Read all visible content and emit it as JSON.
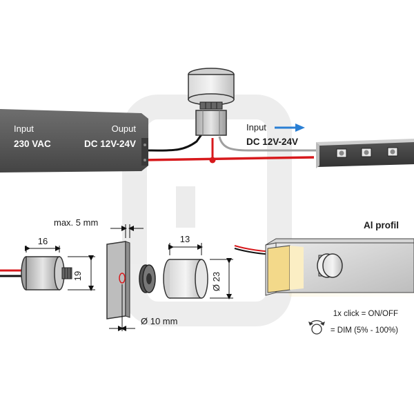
{
  "colors": {
    "wire_red": "#d7191c",
    "wire_black": "#111111",
    "wire_gray": "#9a9a9a",
    "arrow_blue": "#2a7fd4",
    "housing_gray": "#b8b8b8",
    "led_warm": "#f3d98a"
  },
  "power_supply": {
    "input_label": "Input",
    "input_value": "230 VAC",
    "output_label": "Ouput",
    "output_value": "DC 12V-24V"
  },
  "led_strip": {
    "input_label": "Input",
    "input_value": "DC 12V-24V",
    "arrow_icon": "arrow-right-icon"
  },
  "dimensions": {
    "width_16": "16",
    "height_19": "19",
    "max_thickness": "max. 5 mm",
    "knob_depth": "13",
    "knob_diameter": "Ø 23",
    "hole_diameter": "Ø 10 mm"
  },
  "profile": {
    "title": "Al profil"
  },
  "legend": {
    "click_text": "1x click = ON/OFF",
    "dim_text": "= DIM (5% - 100%)",
    "rotate_icon": "rotate-icon"
  }
}
